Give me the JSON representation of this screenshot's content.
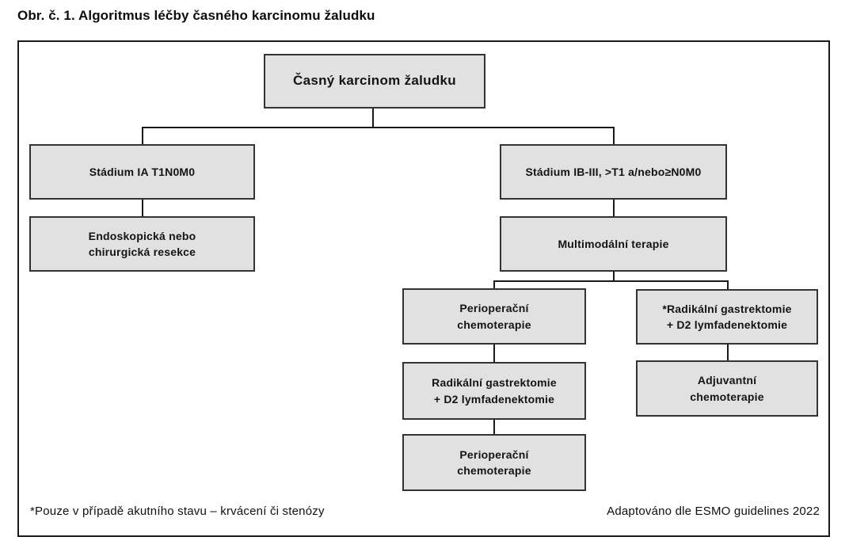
{
  "figure": {
    "title": "Obr. č. 1. Algoritmus léčby časného karcinomu žaludku",
    "footnote": "*Pouze v případě akutního stavu – krvácení či stenózy",
    "source": "Adaptováno dle ESMO guidelines 2022"
  },
  "diagram": {
    "type": "flowchart",
    "nodes": {
      "root": "Časný karcinom žaludku",
      "stage_ia": "Stádium IA T1N0M0",
      "endoscopic": "Endoskopická nebo\nchirurgická resekce",
      "stage_ib_iii": "Stádium IB-III, >T1 a/nebo≥N0M0",
      "multimodal": "Multimodální terapie",
      "periop_chemo_pre": "Perioperační\nchemoterapie",
      "radical_gastrectomy_star": "*Radikální gastrektomie\n+ D2 lymfadenektomie",
      "radical_gastrectomy": "Radikální gastrektomie\n+ D2 lymfadenektomie",
      "adjuvant_chemo": "Adjuvantní\nchemoterapie",
      "periop_chemo_post": "Perioperační\nchemoterapie"
    },
    "edges": [
      [
        "root",
        "stage_ia"
      ],
      [
        "root",
        "stage_ib_iii"
      ],
      [
        "stage_ia",
        "endoscopic"
      ],
      [
        "stage_ib_iii",
        "multimodal"
      ],
      [
        "multimodal",
        "periop_chemo_pre"
      ],
      [
        "multimodal",
        "radical_gastrectomy_star"
      ],
      [
        "periop_chemo_pre",
        "radical_gastrectomy"
      ],
      [
        "radical_gastrectomy",
        "periop_chemo_post"
      ],
      [
        "radical_gastrectomy_star",
        "adjuvant_chemo"
      ]
    ],
    "colors": {
      "node_fill": "#e1e1e1",
      "node_border": "#333333",
      "connector": "#1a1a1a",
      "frame_border": "#1a1a1a",
      "text": "#111111",
      "background": "#ffffff"
    }
  }
}
